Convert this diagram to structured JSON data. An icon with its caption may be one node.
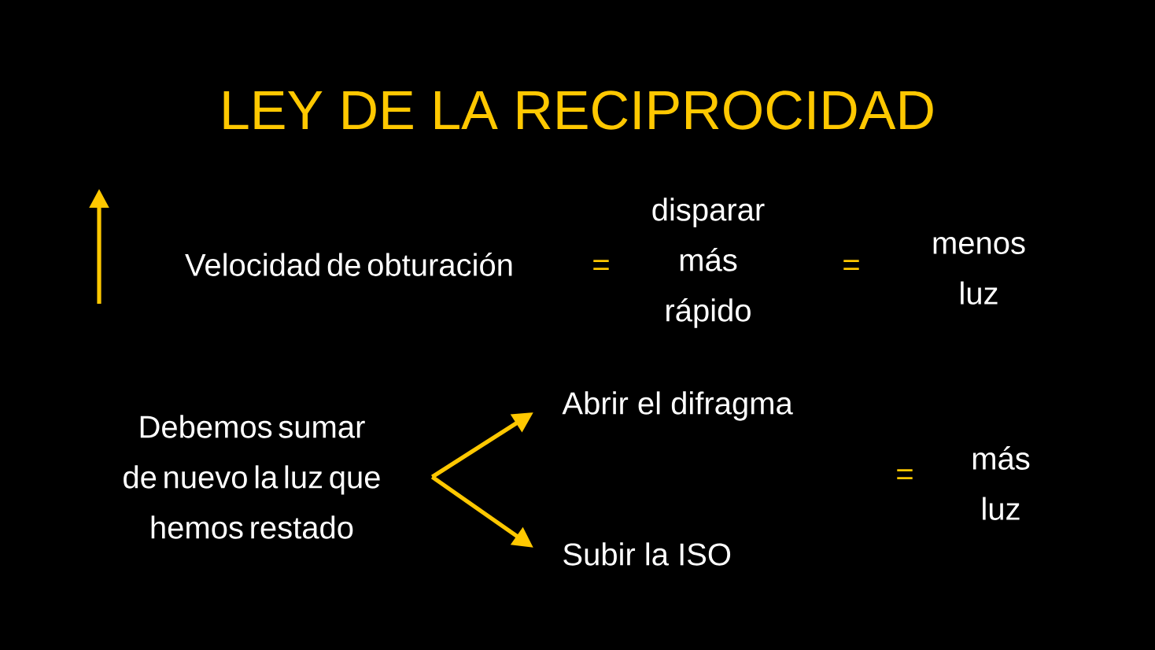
{
  "diagram": {
    "title": "LEY DE LA RECIPROCIDAD",
    "nodes": [
      {
        "text": [
          "Debemos sumar de nuevo la luz que hemos restado"
        ]
      },
      {
        "text": [
          "Abrir el difragma"
        ]
      },
      {
        "text": [
          "Subir la ISO"
        ]
      }
    ],
    "edges": [
      {
        "from": 0,
        "to": 1,
        "arrow": "to"
      },
      {
        "from": 0,
        "to": 2,
        "arrow": "to"
      }
    ],
    "labels": [
      "Velocidad de obturación",
      "=",
      "disparar más rápido",
      "=",
      "menos luz",
      "=",
      "más luz"
    ]
  }
}
